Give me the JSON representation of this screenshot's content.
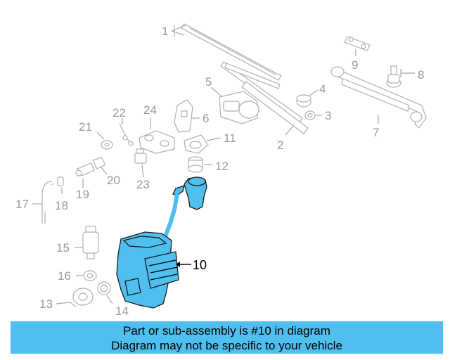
{
  "diagram": {
    "highlight_color": "#4fbfef",
    "callouts": [
      "1",
      "2",
      "3",
      "4",
      "5",
      "6",
      "7",
      "8",
      "9",
      "10",
      "11",
      "12",
      "13",
      "14",
      "15",
      "16",
      "17",
      "18",
      "19",
      "20",
      "21",
      "22",
      "23",
      "24"
    ],
    "highlighted_callout": "10"
  },
  "banner": {
    "line1": "Part or sub-assembly is #10 in diagram",
    "line2": "Diagram may not be specific to your vehicle"
  }
}
